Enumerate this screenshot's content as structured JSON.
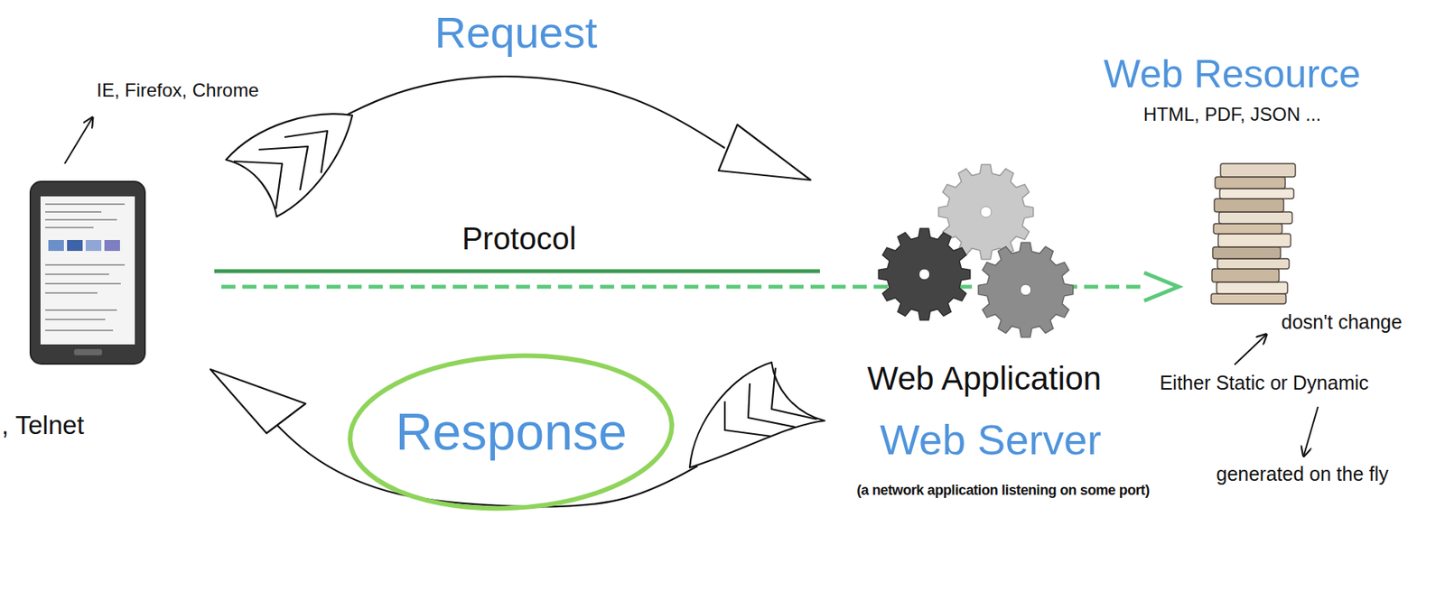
{
  "diagram": {
    "nodes": [
      {
        "text": [
          "Response"
        ]
      }
    ],
    "labels": [
      "Request",
      "IE, Firefox, Chrome",
      "Protocol",
      "Web Resource",
      "HTML, PDF, JSON ...",
      "dosn't change",
      "Web Application",
      "Either Static or Dynamic",
      "Web Server",
      "generated on the fly",
      "(a network application listening on some port)",
      ", Telnet"
    ]
  }
}
